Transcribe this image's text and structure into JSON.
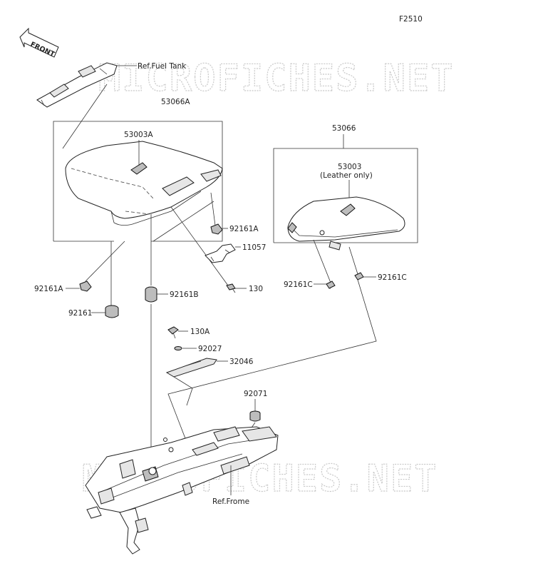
{
  "figure_code": "F2510",
  "watermark": "MICROFICHES.NET",
  "direction_label": "FRONT",
  "labels": {
    "ref_fuel_tank": "Ref.Fuel Tank",
    "seat_assy": "53066A",
    "seat_cover": "53003A",
    "cowl_assy": "53066",
    "cowl_cover": "53003",
    "leather_note": "(Leather only)",
    "damper_a_left": "92161A",
    "damper_a_right": "92161A",
    "bracket": "11057",
    "bolt_130": "130",
    "damper_92161": "92161",
    "damper_b": "92161B",
    "damper_c_left": "92161C",
    "damper_c_right": "92161C",
    "bolt_130a": "130A",
    "collar_92027": "92027",
    "plate_32046": "32046",
    "nut_92071": "92071",
    "ref_frame": "Ref.Frome"
  }
}
